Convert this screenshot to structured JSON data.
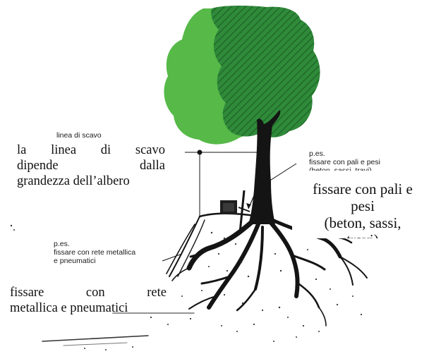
{
  "labels": {
    "dig_line_small": "linea di scavo",
    "dig_line_caption": {
      "line1": "la linea di scavo",
      "line2": "dipende dalla",
      "line3": "grandezza dell’albero"
    },
    "stake_small": {
      "line1": "p.es.",
      "line2": "fissare con pali e pesi",
      "line3": "(beton, sassi, travi)"
    },
    "stake_caption": {
      "line1": "fissare con pali e",
      "line2": "pesi",
      "line3": "(beton, sassi,",
      "line4": "travi)"
    },
    "net_small": {
      "line1": "p.es.",
      "line2": "fissare con rete metallica",
      "line3": "e pneumatici"
    },
    "net_caption": {
      "line1": "fissare con rete",
      "line2": "metallica e pneumatici"
    }
  },
  "colors": {
    "foliage_light": "#56b948",
    "foliage_dark": "#2f8a3a",
    "trunk": "#141414",
    "text": "#111111"
  }
}
